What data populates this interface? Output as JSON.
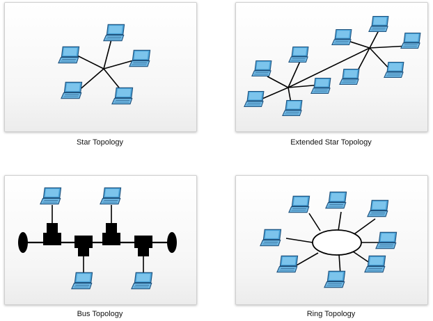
{
  "diagrams": {
    "star": {
      "caption": "Star Topology"
    },
    "extended": {
      "caption": "Extended Star Topology"
    },
    "bus": {
      "caption": "Bus Topology"
    },
    "ring": {
      "caption": "Ring Topology"
    }
  },
  "colors": {
    "laptop_screen": "#4aa3d8",
    "laptop_body": "#6fb8e4",
    "laptop_outline": "#1d4f7a",
    "link": "#000000",
    "bus_device": "#000000",
    "ring_fill": "#ffffff"
  },
  "icons": {
    "node": "laptop-icon"
  }
}
